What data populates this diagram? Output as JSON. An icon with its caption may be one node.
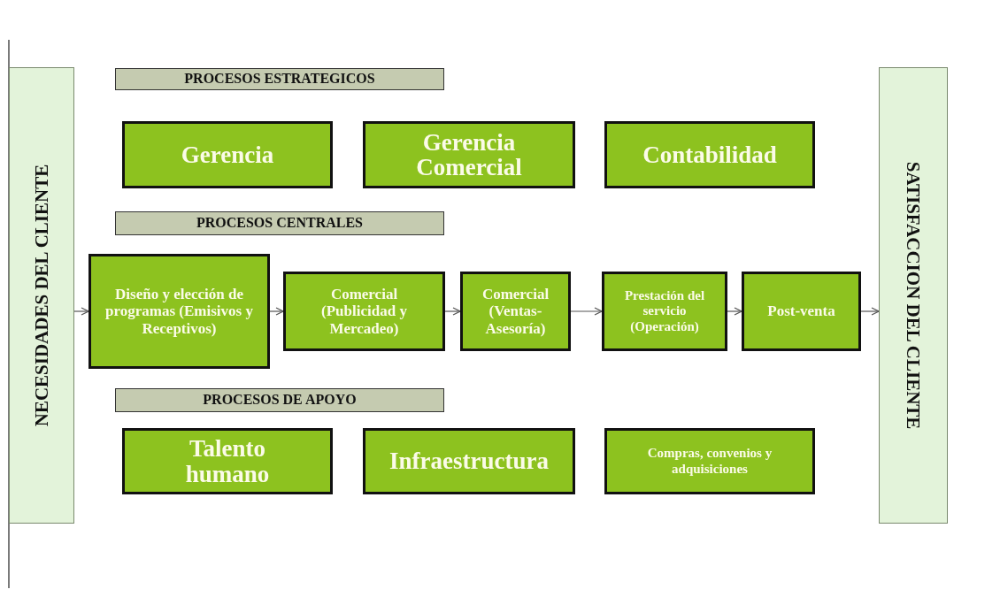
{
  "diagram": {
    "nodes": [
      {
        "text": [
          "NECESIDADES DEL CLIENTE"
        ]
      },
      {
        "text": [
          "PROCESOS ESTRATEGICOS"
        ]
      },
      {
        "text": [
          "Gerencia"
        ]
      },
      {
        "text": [
          "Gerencia Comercial"
        ]
      },
      {
        "text": [
          "Contabilidad"
        ]
      },
      {
        "text": [
          "PROCESOS CENTRALES"
        ]
      },
      {
        "text": [
          "Diseño y elección de programas (Emisivos y Receptivos)"
        ]
      },
      {
        "text": [
          "Comercial (Publicidad y Mercadeo)"
        ]
      },
      {
        "text": [
          "Comercial (Ventas-Asesoría)"
        ]
      },
      {
        "text": [
          "Prestación del servicio (Operación)"
        ]
      },
      {
        "text": [
          "Post-venta"
        ]
      },
      {
        "text": [
          "SATISFACCION DEL CLIENTE"
        ]
      },
      {
        "text": [
          "PROCESOS DE APOYO"
        ]
      },
      {
        "text": [
          "Talento humano"
        ]
      },
      {
        "text": [
          "Infraestructura"
        ]
      },
      {
        "text": [
          "Compras, convenios y adquisiciones"
        ]
      }
    ],
    "edges": [
      {
        "from": 0,
        "to": 6,
        "arrow": "to"
      },
      {
        "from": 6,
        "to": 7,
        "arrow": "to"
      },
      {
        "from": 7,
        "to": 8,
        "arrow": "to"
      },
      {
        "from": 8,
        "to": 9,
        "arrow": "to"
      },
      {
        "from": 9,
        "to": 10,
        "arrow": "to"
      },
      {
        "from": 10,
        "to": 11,
        "arrow": "to"
      }
    ]
  }
}
